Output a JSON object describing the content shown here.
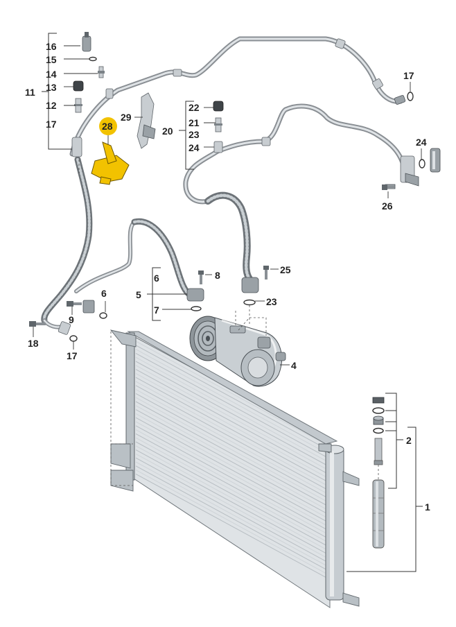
{
  "highlight_color": "#f2c200",
  "labels": {
    "l1": "1",
    "l2": "2",
    "l4": "4",
    "l5": "5",
    "l6": "6",
    "l7": "7",
    "l8": "8",
    "l9": "9",
    "l11": "11",
    "l12": "12",
    "l13": "13",
    "l14": "14",
    "l15": "15",
    "l16": "16",
    "l17a": "17",
    "l17b": "17",
    "l17c": "17",
    "l18": "18",
    "l20": "20",
    "l21": "21",
    "l22": "22",
    "l23a": "23",
    "l23b": "23",
    "l24a": "24",
    "l24b": "24",
    "l25": "25",
    "l26": "26",
    "l28": "28",
    "l29": "29"
  }
}
